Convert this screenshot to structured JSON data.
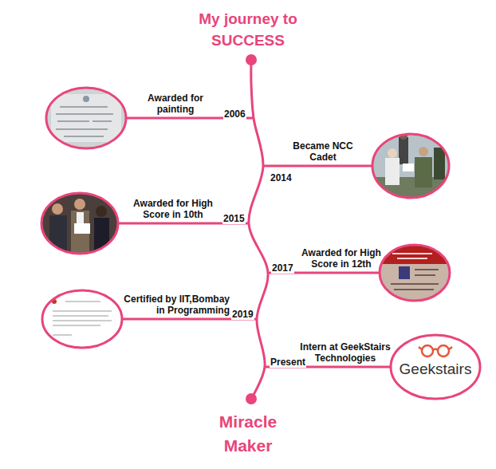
{
  "diagram": {
    "title": "My journey to SUCCESS",
    "caption": "Miracle Maker",
    "nodes": [
      {
        "text": [
          "Awarded for painting"
        ]
      },
      {
        "text": [
          "Became NCC Cadet"
        ]
      },
      {
        "text": [
          "Awarded for High Score in 10th"
        ]
      },
      {
        "text": [
          "Awarded for High Score in 12th"
        ]
      },
      {
        "text": [
          "Certified by IIT,Bombay in Programming"
        ]
      },
      {
        "text": [
          "Intern at GeekStairs Technologies",
          "Geekstairs"
        ]
      }
    ],
    "labels": [
      "2006",
      "2014",
      "2015",
      "2017",
      "2019",
      "Present"
    ]
  }
}
